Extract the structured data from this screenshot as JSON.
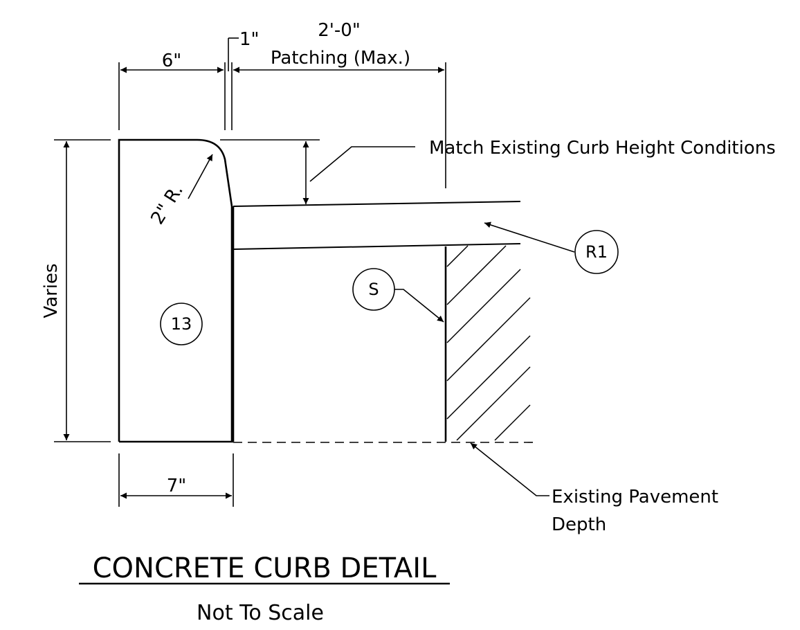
{
  "dimensions": {
    "top_width": "6\"",
    "gap": "1\"",
    "patching_length": "2'-0\"",
    "patching_label": "Patching (Max.)",
    "height": "Varies",
    "bottom_width": "7\"",
    "radius": "2\" R."
  },
  "callouts": {
    "match_height": "Match Existing Curb Height Conditions",
    "pavement_line1": "Existing Pavement",
    "pavement_line2": "Depth"
  },
  "tags": {
    "curb": "13",
    "resurfacing": "R1",
    "subbase": "S"
  },
  "title": "CONCRETE CURB DETAIL",
  "subtitle": "Not To Scale"
}
